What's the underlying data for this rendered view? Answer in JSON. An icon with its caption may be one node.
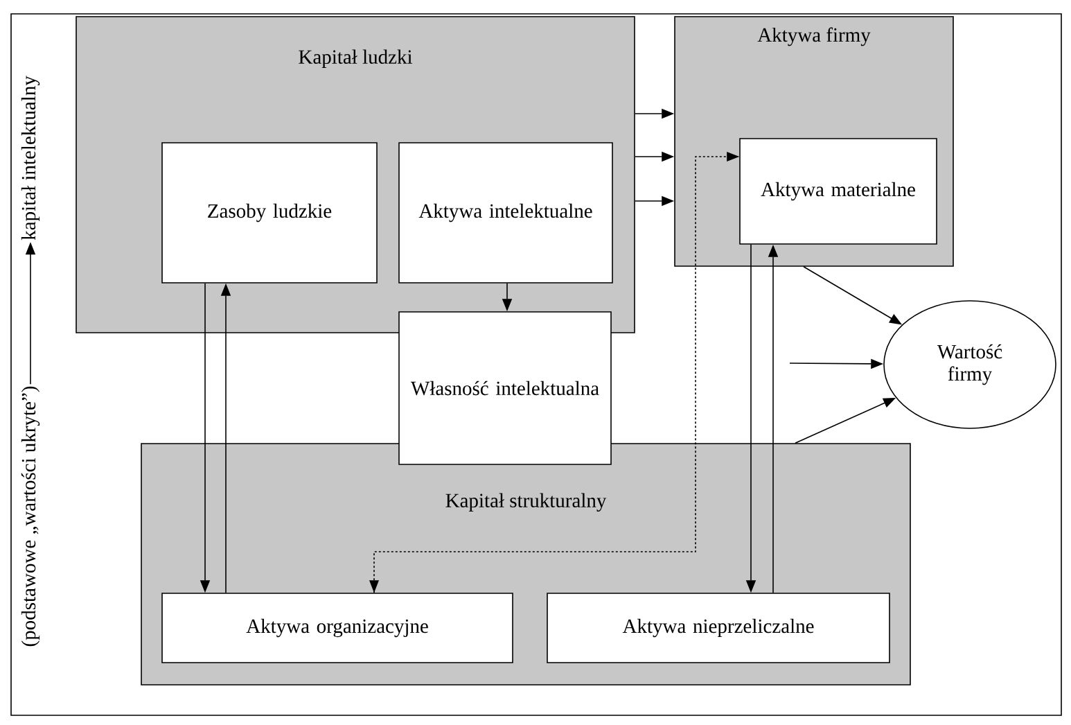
{
  "diagram": {
    "nodes": [
      {
        "text": [
          "Kapitał ludzki"
        ]
      },
      {
        "text": [
          "Zasoby ludzkie"
        ],
        "in": 0
      },
      {
        "text": [
          "Aktywa intelektualne"
        ],
        "in": 0
      },
      {
        "text": [
          "Własność intelektualna"
        ]
      },
      {
        "text": [
          "Aktywa firmy"
        ]
      },
      {
        "text": [
          "Aktywa materialne"
        ],
        "in": 4
      },
      {
        "text": [
          "Wartość firmy"
        ]
      },
      {
        "text": [
          "Kapitał strukturalny"
        ]
      },
      {
        "text": [
          "Aktywa organizacyjne"
        ],
        "in": 7
      },
      {
        "text": [
          "Aktywa nieprzeliczalne"
        ],
        "in": 7
      },
      {
        "text": [
          "(podstawowe „wartości ukryte”)"
        ]
      },
      {
        "text": [
          "kapitał intelektualny"
        ]
      }
    ],
    "edges": [
      {
        "from": 0,
        "to": 4,
        "arrow": "to"
      },
      {
        "from": 0,
        "to": 4,
        "arrow": "to"
      },
      {
        "from": 0,
        "to": 4,
        "arrow": "to"
      },
      {
        "from": 2,
        "to": 3,
        "arrow": "to"
      },
      {
        "from": 1,
        "to": 8,
        "arrow": "to"
      },
      {
        "from": 8,
        "to": 1,
        "arrow": "to"
      },
      {
        "from": 8,
        "to": 5,
        "arrow": "both",
        "style": "dashed"
      },
      {
        "from": 5,
        "to": 9,
        "arrow": "to"
      },
      {
        "from": 9,
        "to": 5,
        "arrow": "to"
      },
      {
        "from": 4,
        "to": 6,
        "arrow": "to"
      },
      {
        "from": null,
        "to": 6,
        "arrow": "to"
      },
      {
        "from": 7,
        "to": 6,
        "arrow": "to"
      },
      {
        "from": 10,
        "to": 11,
        "arrow": "to"
      }
    ]
  }
}
